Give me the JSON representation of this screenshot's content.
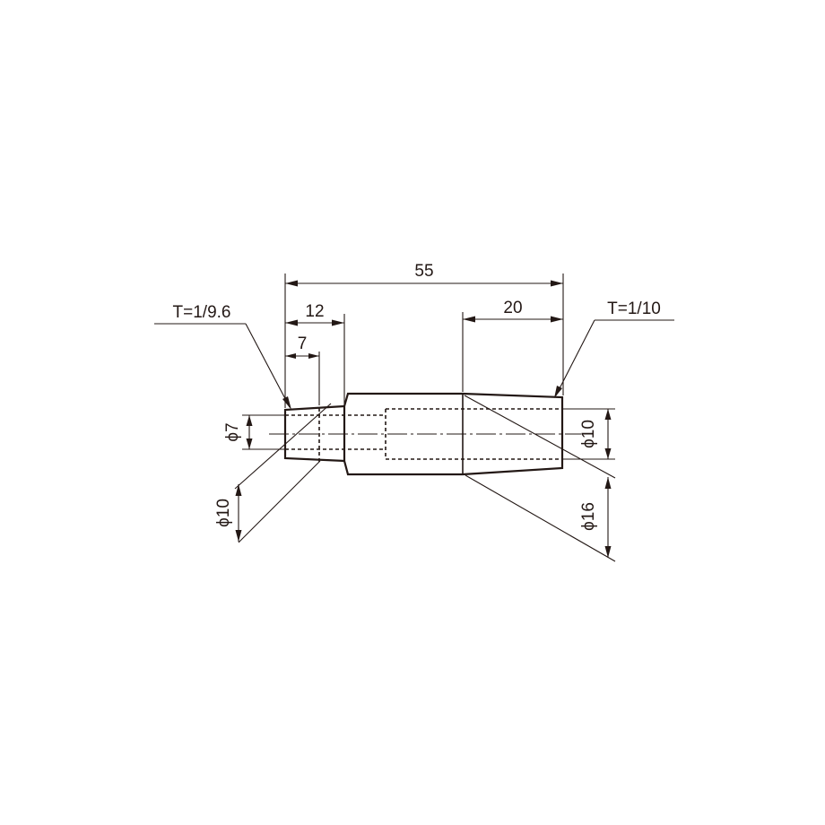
{
  "dimensions": {
    "overall_length": "55",
    "left_step_length": "12",
    "left_bore_depth": "7",
    "right_taper_length": "20",
    "left_bore_diameter": "ϕ7",
    "left_taper_diameter": "ϕ10",
    "right_bore_diameter": "ϕ10",
    "right_taper_diameter": "ϕ16"
  },
  "tapers": {
    "left": "T=1/9.6",
    "right": "T=1/10"
  }
}
